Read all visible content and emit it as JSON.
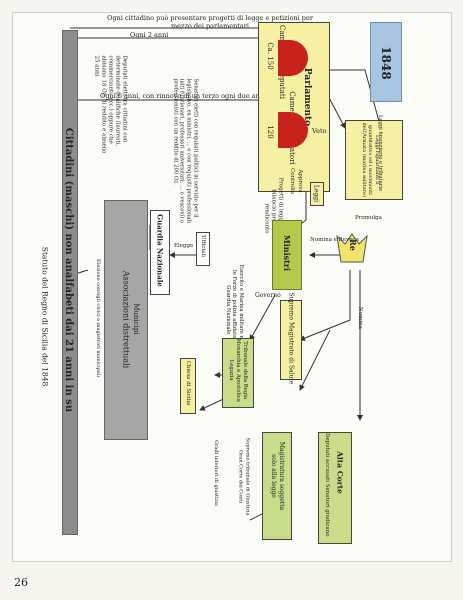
{
  "page": {
    "number": "26"
  },
  "title": {
    "year": "1848",
    "statute": "Statuto del Regno di Sicilia del 1848"
  },
  "citizens": {
    "bar_label": "Cittadini (maschi) non analfabeti dai 21 anni in su",
    "petition_note": "Ogni cittadino può presentare progetti di legge e petizioni per mezzo dei parlamentari",
    "deputies_note": "Deputati eletti tra cittadini con determinate qualifiche (laureati, commercianti, ecc.) oppure che abbiano 18 Oz. di reddito e almeno 25 anni",
    "every2": "Ogni 2 anni",
    "every6": "Ogni 6 anni, con rinnovo di un terzo ogni due anni",
    "senators_note": "Senatori eletti con requisiti politici in servizio per il legislativo, ex ministri, ... o con requisiti professionali (alti funzionari, professori universitari, ... o vescovi) o professionisti con un reddito di 200 Oz."
  },
  "parliament": {
    "label": "Parlamento",
    "chamber_deputies": "Camera dei Deputati",
    "chamber_senators": "Camera dei Senatori",
    "deputies_count": "Ca. 150",
    "senators_count": "120",
    "veto": "Veto",
    "projects_note": "Progetti di legge, proposta di bilancio preventivo e rendiconto"
  },
  "associations": {
    "label": "Associazioni distrettuali",
    "sub": "Municipi",
    "note": "Elezione consigli civici e magistrati municipali"
  },
  "guard": {
    "label": "Guardia Nazionale",
    "officers": "Ufficiali",
    "elects": "Elegge"
  },
  "laws": {
    "finance": "Leggi finanziarie e tributarie",
    "army": "Leggi riguardanti il quantitativo ed i movimenti dell'Armata (marina militare)",
    "laws_box": "Leggi",
    "approves": "Approva",
    "controls": "Controlla",
    "promulgates": "Promulga"
  },
  "king": {
    "label": "Re",
    "appoints": "Nomina e Revoca",
    "appointment": "Nomina"
  },
  "ministers": {
    "label": "Ministri",
    "government": "Governo",
    "army_note": "Esercito e Marina militare ma non le Forze di polizia affidate alla Guardia Nazionale"
  },
  "health": {
    "label": "Supremo Magistrato di Salute"
  },
  "church": {
    "tribunal": "Tribunale della Regia Monarchia e Apostolica Legazia",
    "church": "Chiesa di Sicilia"
  },
  "court": {
    "high_court": "Alta Corte",
    "accused": "Deputati accusati Senatori giudicano",
    "magistracy": "Magistratura soggetta solo alla legge",
    "supreme": "Supremo tribunale di Giustizia Gran Corte dei Conti",
    "lower": "Gradi inferiori di giustizia"
  },
  "colors": {
    "yellow": "#f6f1a2",
    "red": "#c7231c",
    "blue": "#a8c6e2",
    "green": "#c9dc8a",
    "gray": "#8c8c8c"
  }
}
